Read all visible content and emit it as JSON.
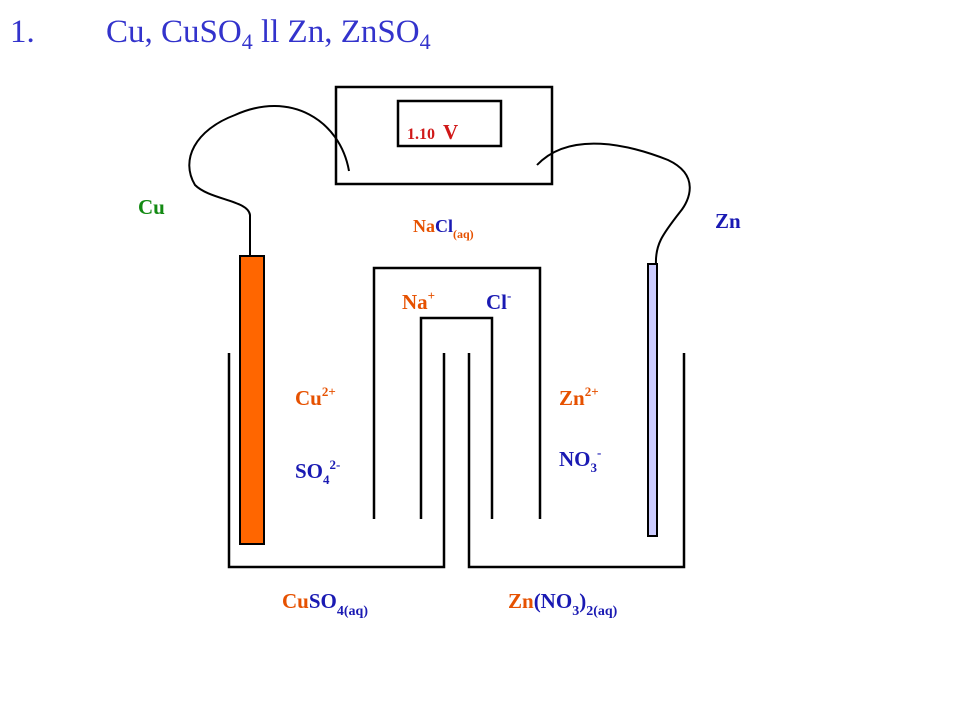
{
  "title": {
    "number": "1.",
    "text_cu": "Cu, CuSO",
    "sub_4a": "4",
    "text_mid": " ll Zn, ZnSO",
    "sub_4b": "4"
  },
  "voltmeter": {
    "value": "1.10",
    "unit": "V"
  },
  "electrodes": {
    "cu_label": "Cu",
    "zn_label": "Zn"
  },
  "salt_bridge": {
    "na_label": "Na",
    "cl_label": "Cl",
    "sodium_label": "Na",
    "chloride_label": "Cl",
    "aq_sub": "(aq)",
    "na_charge": "+",
    "cl_charge": "-"
  },
  "cu_cell": {
    "cation": "Cu",
    "cation_charge": "2+",
    "anion": "SO",
    "anion_sub": "4",
    "anion_charge": "2-",
    "solution_cu": "Cu",
    "solution_so": "SO",
    "solution_sub": "4(aq)"
  },
  "zn_cell": {
    "cation": "Zn",
    "cation_charge": "2+",
    "anion": "NO",
    "anion_sub": "3",
    "anion_charge": "-",
    "solution_zn": "Zn",
    "solution_no_open": "(NO",
    "solution_sub3": "3",
    "solution_close": ")",
    "solution_sub2": "2(aq)"
  },
  "colors": {
    "title_blue": "#3333cc",
    "orange": "#e65100",
    "green": "#138a13",
    "blue": "#1a1ab3",
    "red": "#d01818",
    "copper_fill": "#ff6600",
    "zinc_fill": "#ccccff"
  }
}
